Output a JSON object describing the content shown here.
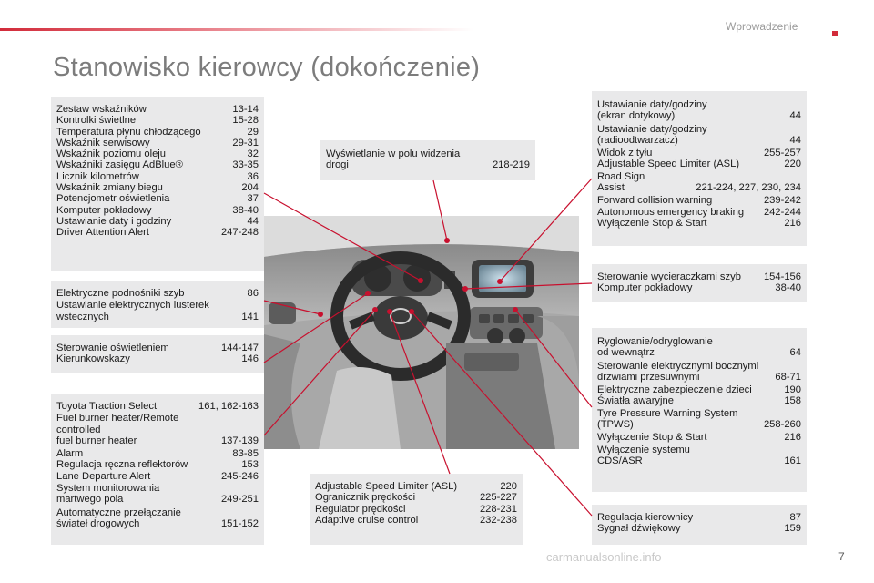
{
  "header": {
    "section": "Wprowadzenie",
    "title": "Stanowisko kierowcy (dokończenie)"
  },
  "footer": {
    "watermark": "carmanualsonline.info",
    "page_number": "7"
  },
  "boxes": {
    "b1": [
      {
        "label": "Zestaw wskaźników",
        "pages": "13-14"
      },
      {
        "label": "Kontrolki świetlne",
        "pages": "15-28"
      },
      {
        "label": "Temperatura płynu chłodzącego",
        "pages": "29"
      },
      {
        "label": "Wskaźnik serwisowy",
        "pages": "29-31"
      },
      {
        "label": "Wskaźnik poziomu oleju",
        "pages": "32"
      },
      {
        "label": "Wskaźniki zasięgu AdBlue®",
        "pages": "33-35"
      },
      {
        "label": "Licznik kilometrów",
        "pages": "36"
      },
      {
        "label": "Wskaźnik zmiany biegu",
        "pages": "204"
      },
      {
        "label": "Potencjometr oświetlenia",
        "pages": "37"
      },
      {
        "label": "Komputer pokładowy",
        "pages": "38-40"
      },
      {
        "label": "Ustawianie daty i godziny",
        "pages": "44"
      },
      {
        "label": "Driver Attention Alert",
        "pages": "247-248"
      }
    ],
    "b2": [
      {
        "label": "Elektryczne podnośniki szyb",
        "pages": "86"
      },
      {
        "label": "Ustawianie elektrycznych lusterek\n   wstecznych",
        "pages": "141"
      }
    ],
    "b3": [
      {
        "label": "Sterowanie oświetleniem",
        "pages": "144-147"
      },
      {
        "label": "Kierunkowskazy",
        "pages": "146"
      }
    ],
    "b4": [
      {
        "label": "Toyota Traction Select",
        "pages": "161, 162-163"
      },
      {
        "label": "Fuel burner heater/Remote controlled\n   fuel burner heater",
        "pages": "137-139"
      },
      {
        "label": "Alarm",
        "pages": "83-85"
      },
      {
        "label": "Regulacja ręczna reflektorów",
        "pages": "153"
      },
      {
        "label": "Lane Departure Alert",
        "pages": "245-246"
      },
      {
        "label": "System monitorowania\n   martwego pola",
        "pages": "249-251"
      },
      {
        "label": "Automatyczne przełączanie\n   świateł drogowych",
        "pages": "151-152"
      }
    ],
    "b5": [
      {
        "label": "Wyświetlanie w polu widzenia\n   drogi",
        "pages": "218-219"
      }
    ],
    "b6": [
      {
        "label": "Adjustable Speed Limiter (ASL)",
        "pages": "220"
      },
      {
        "label": "Ogranicznik prędkości",
        "pages": "225-227"
      },
      {
        "label": "Regulator prędkości",
        "pages": "228-231"
      },
      {
        "label": "Adaptive cruise control",
        "pages": "232-238"
      }
    ],
    "b7": [
      {
        "label": "Ustawianie daty/godziny\n   (ekran dotykowy)",
        "pages": "44"
      },
      {
        "label": "Ustawianie daty/godziny\n   (radioodtwarzacz)",
        "pages": "44"
      },
      {
        "label": "Widok z tyłu",
        "pages": "255-257"
      },
      {
        "label": "Adjustable Speed Limiter (ASL)",
        "pages": "220"
      },
      {
        "label": "Road Sign\n   Assist",
        "pages": "221-224, 227, 230, 234"
      },
      {
        "label": "Forward collision warning",
        "pages": "239-242"
      },
      {
        "label": "Autonomous emergency braking",
        "pages": "242-244"
      },
      {
        "label": "Wyłączenie Stop & Start",
        "pages": "216"
      }
    ],
    "b8": [
      {
        "label": "Sterowanie wycieraczkami szyb",
        "pages": "154-156"
      },
      {
        "label": "Komputer pokładowy",
        "pages": "38-40"
      }
    ],
    "b9": [
      {
        "label": "Ryglowanie/odryglowanie\n   od wewnątrz",
        "pages": "64"
      },
      {
        "label": "Sterowanie elektrycznymi bocznymi\n   drzwiami przesuwnymi",
        "pages": "68-71"
      },
      {
        "label": "Elektryczne zabezpieczenie dzieci",
        "pages": "190"
      },
      {
        "label": "Światła awaryjne",
        "pages": "158"
      },
      {
        "label": "Tyre Pressure Warning System\n   (TPWS)",
        "pages": "258-260"
      },
      {
        "label": "Wyłączenie Stop & Start",
        "pages": "216"
      },
      {
        "label": "Wyłączenie systemu\n   CDS/ASR",
        "pages": "161"
      }
    ],
    "b10": [
      {
        "label": "Regulacja kierownicy",
        "pages": "87"
      },
      {
        "label": "Sygnał dźwiękowy",
        "pages": "159"
      }
    ]
  }
}
